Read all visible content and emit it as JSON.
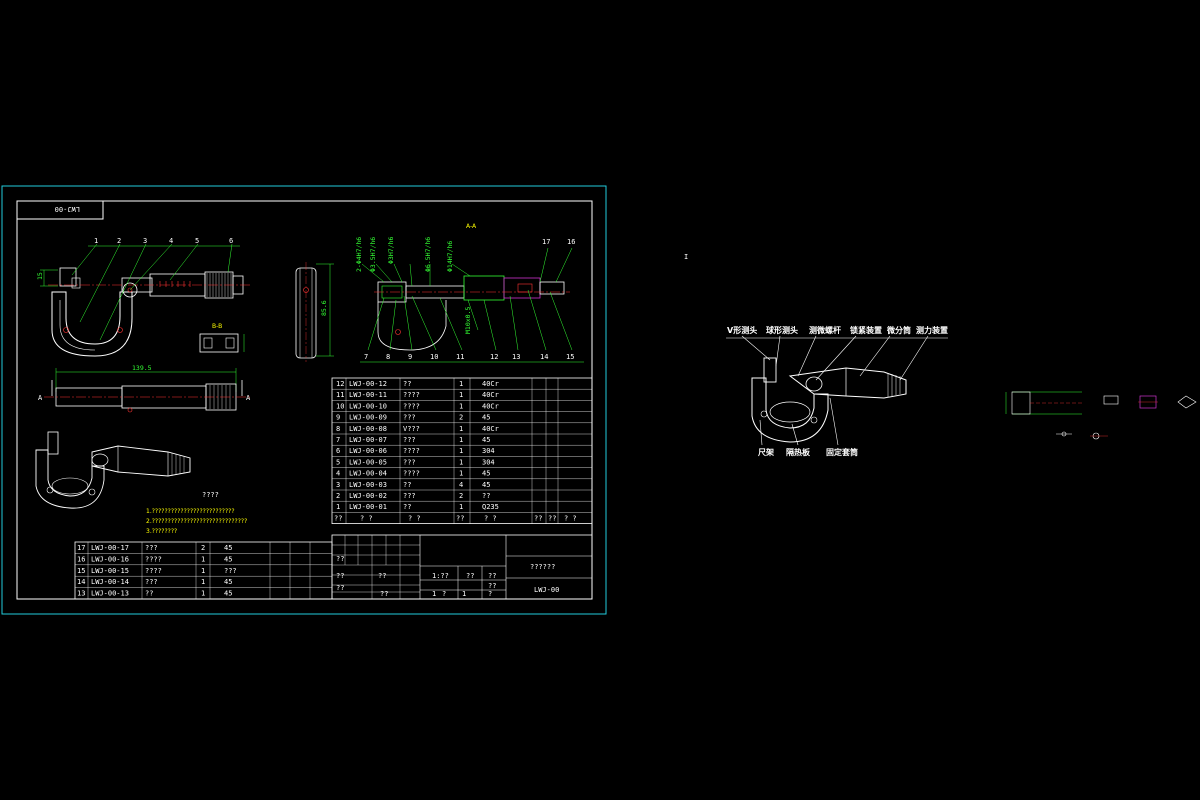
{
  "sheet": {
    "title_tab": "LWJ-00",
    "drawing_no": "LWJ-00",
    "drawing_name": "??????",
    "tech_requirements_title": "????",
    "tech_requirements": [
      "1.??????????????????????????",
      "2.??????????????????????????????",
      "3.????????"
    ],
    "section_label": "A-A",
    "view_label": "B-B",
    "dimension_length": "139.5",
    "dimension_height": "85.6",
    "dimension_gap": "15",
    "section_arrow": "A",
    "fits": [
      "2-Φ4H7/h6",
      "Φ3.5H7/h6",
      "Φ3H7/h6",
      "Φ6.5H7/h6",
      "Φ14H7/h6"
    ],
    "thread": "M10x0.5",
    "balloons_top": [
      "1",
      "2",
      "3",
      "4",
      "5",
      "6"
    ],
    "balloons_section_top": [
      "17",
      "16"
    ],
    "balloons_section_bottom": [
      "7",
      "8",
      "9",
      "10",
      "11",
      "12",
      "13",
      "14",
      "15"
    ]
  },
  "bom_main": [
    {
      "no": "12",
      "code": "LWJ-00-12",
      "name": "??",
      "qty": "1",
      "mat": "40Cr"
    },
    {
      "no": "11",
      "code": "LWJ-00-11",
      "name": "????",
      "qty": "1",
      "mat": "40Cr"
    },
    {
      "no": "10",
      "code": "LWJ-00-10",
      "name": "????",
      "qty": "1",
      "mat": "40Cr"
    },
    {
      "no": "9",
      "code": "LWJ-00-09",
      "name": "???",
      "qty": "2",
      "mat": "45"
    },
    {
      "no": "8",
      "code": "LWJ-00-08",
      "name": "V???",
      "qty": "1",
      "mat": "40Cr"
    },
    {
      "no": "7",
      "code": "LWJ-00-07",
      "name": "???",
      "qty": "1",
      "mat": "45"
    },
    {
      "no": "6",
      "code": "LWJ-00-06",
      "name": "????",
      "qty": "1",
      "mat": "304"
    },
    {
      "no": "5",
      "code": "LWJ-00-05",
      "name": "???",
      "qty": "1",
      "mat": "304"
    },
    {
      "no": "4",
      "code": "LWJ-00-04",
      "name": "????",
      "qty": "1",
      "mat": "45"
    },
    {
      "no": "3",
      "code": "LWJ-00-03",
      "name": "??",
      "qty": "4",
      "mat": "45"
    },
    {
      "no": "2",
      "code": "LWJ-00-02",
      "name": "???",
      "qty": "2",
      "mat": "??"
    },
    {
      "no": "1",
      "code": "LWJ-00-01",
      "name": "??",
      "qty": "1",
      "mat": "Q235"
    }
  ],
  "bom_main_header": [
    "??",
    "?  ?",
    "?  ?",
    "??",
    "?  ?",
    "??",
    "??",
    "?  ?"
  ],
  "bom_lower": [
    {
      "no": "17",
      "code": "LWJ-00-17",
      "name": "???",
      "qty": "2",
      "mat": "45"
    },
    {
      "no": "16",
      "code": "LWJ-00-16",
      "name": "????",
      "qty": "1",
      "mat": "45"
    },
    {
      "no": "15",
      "code": "LWJ-00-15",
      "name": "????",
      "qty": "1",
      "mat": "???"
    },
    {
      "no": "14",
      "code": "LWJ-00-14",
      "name": "???",
      "qty": "1",
      "mat": "45"
    },
    {
      "no": "13",
      "code": "LWJ-00-13",
      "name": "??",
      "qty": "1",
      "mat": "45"
    }
  ],
  "title_block_cells": [
    "??",
    "??",
    "??",
    "??",
    "??",
    "1:??",
    "??",
    "??",
    "??",
    "1",
    "?",
    "1",
    "?"
  ],
  "right_labels_top": [
    "V形测头",
    "球形测头",
    "测微螺杆",
    "锁紧装置",
    "微分筒",
    "测力装置"
  ],
  "right_labels_bottom": [
    "尺架",
    "隔热板",
    "固定套筒"
  ],
  "colors": {
    "frame": "#22ccdd",
    "line": "#ffffff",
    "green": "#33ff33",
    "red": "#ff3333",
    "magenta": "#cc33cc",
    "yellow": "#ffff00"
  }
}
